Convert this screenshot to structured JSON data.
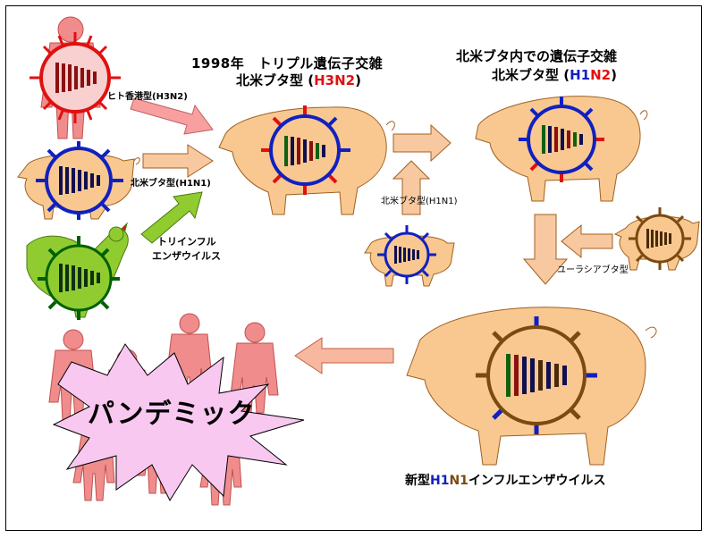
{
  "titles": {
    "left_line1": "1998年　トリプル遺伝子交雑",
    "left_line2_prefix": "北米ブタ型 (",
    "left_line2_code": "H3N2",
    "left_line2_suffix": ")",
    "right_line1": "北米ブタ内での遺伝子交雑",
    "right_line2_prefix": "北米ブタ型 (",
    "right_line2_h": "H1",
    "right_line2_n": "N2",
    "right_line2_suffix": ")"
  },
  "labels": {
    "human": "ヒト香港型(H3N2)",
    "na_pig_left": "北米ブタ型(H1N1)",
    "na_pig_center": "北米ブタ型(H1N1)",
    "avian_line1": "トリインフル",
    "avian_line2": "エンザウイルス",
    "eurasian": "ユーラシアブタ型"
  },
  "new_virus": {
    "prefix": "新型",
    "h": "H1",
    "n": "N1",
    "suffix": "インフルエンザウイルス"
  },
  "pandemic": "パンデミック",
  "colors": {
    "pig": "#f8c890",
    "human": "#f08c8c",
    "chicken": "#90cc30",
    "arrow": "#f8c8a0",
    "burst": "#f8c8f0",
    "red": "#e01010",
    "blue": "#1020c0",
    "brown": "#7a4a10",
    "green": "#006000"
  }
}
